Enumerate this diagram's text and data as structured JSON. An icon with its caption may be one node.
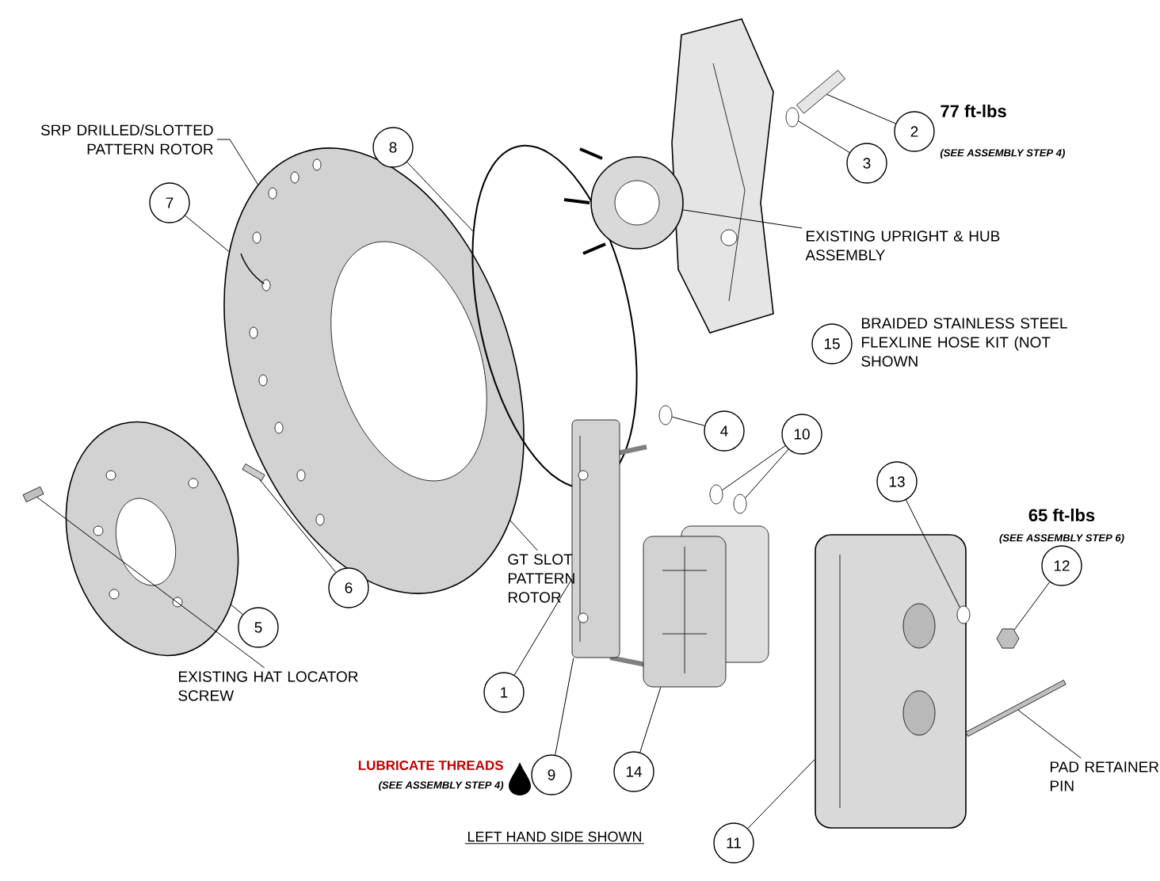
{
  "diagram": {
    "nodes": [
      {
        "text": [
          "SRP DRILLED/SLOTTED PATTERN ROTOR"
        ]
      },
      {
        "text": [
          "7"
        ]
      },
      {
        "text": [
          "8"
        ]
      },
      {
        "text": [
          "2"
        ],
        "beside": [
          "77 ft-lbs",
          "(SEE ASSEMBLY STEP 4)"
        ]
      },
      {
        "text": [
          "3"
        ]
      },
      {
        "text": [
          "EXISTING UPRIGHT & HUB ASSEMBLY"
        ]
      },
      {
        "text": [
          "15"
        ],
        "beside": [
          "BRAIDED STAINLESS STEEL FLEXLINE HOSE KIT (NOT SHOWN"
        ]
      },
      {
        "text": [
          "4"
        ]
      },
      {
        "text": [
          "10"
        ]
      },
      {
        "text": [
          "13"
        ]
      },
      {
        "text": [
          "12"
        ],
        "beside": [
          "65 ft-lbs",
          "(SEE ASSEMBLY STEP 6)"
        ]
      },
      {
        "text": [
          "6"
        ]
      },
      {
        "text": [
          "5"
        ]
      },
      {
        "text": [
          "GT SLOT PATTERN ROTOR"
        ]
      },
      {
        "text": [
          "EXISTING HAT LOCATOR SCREW"
        ]
      },
      {
        "text": [
          "1"
        ]
      },
      {
        "text": [
          "9"
        ],
        "beside": [
          "LUBRICATE THREADS",
          "(SEE ASSEMBLY STEP 4)"
        ]
      },
      {
        "text": [
          "14"
        ]
      },
      {
        "text": [
          "11"
        ]
      },
      {
        "text": [
          "PAD RETAINER PIN"
        ]
      },
      {
        "text": [],
        "shape": "picture"
      },
      {
        "text": [],
        "shape": "circle"
      },
      {
        "text": [],
        "shape": "picture"
      },
      {
        "text": [],
        "shape": "picture"
      },
      {
        "text": [],
        "shape": "circle"
      },
      {
        "text": [],
        "shape": "circle"
      },
      {
        "text": [],
        "shape": "picture"
      },
      {
        "text": [],
        "shape": "circle"
      },
      {
        "text": [],
        "shape": "circle"
      },
      {
        "text": [],
        "shape": "picture"
      },
      {
        "text": [],
        "shape": "picture"
      },
      {
        "text": [],
        "shape": "circle"
      },
      {
        "text": [],
        "shape": "picture"
      },
      {
        "text": [],
        "shape": "picture"
      },
      {
        "text": [],
        "shape": "picture"
      },
      {
        "text": [],
        "shape": "picture"
      },
      {
        "text": [],
        "shape": "bar"
      }
    ],
    "edges": [
      {
        "from": 0,
        "to": 20,
        "arrow": "none"
      },
      {
        "from": 1,
        "to": 20,
        "arrow": "none"
      },
      {
        "from": 2,
        "to": 21,
        "arrow": "none"
      },
      {
        "from": 3,
        "to": 23,
        "arrow": "none"
      },
      {
        "from": 4,
        "to": 24,
        "arrow": "none"
      },
      {
        "from": 5,
        "to": 22,
        "arrow": "none"
      },
      {
        "from": 7,
        "to": 25,
        "arrow": "none"
      },
      {
        "from": 8,
        "to": 27,
        "arrow": "none"
      },
      {
        "from": 8,
        "to": 28,
        "arrow": "none"
      },
      {
        "from": 9,
        "to": 31,
        "arrow": "none"
      },
      {
        "from": 10,
        "to": 32,
        "arrow": "none"
      },
      {
        "from": 11,
        "to": 33,
        "arrow": "none"
      },
      {
        "from": 12,
        "to": 34,
        "arrow": "none"
      },
      {
        "from": 13,
        "to": 20,
        "arrow": "none"
      },
      {
        "from": 14,
        "to": 35,
        "arrow": "none"
      },
      {
        "from": 15,
        "to": 26,
        "arrow": "none"
      },
      {
        "from": 16,
        "to": 26,
        "arrow": "none"
      },
      {
        "from": 17,
        "to": 29,
        "arrow": "none"
      },
      {
        "from": 18,
        "to": 30,
        "arrow": "none"
      },
      {
        "from": 19,
        "to": 36,
        "arrow": "none"
      }
    ],
    "labels": [
      "LEFT HAND SIDE SHOWN"
    ]
  }
}
